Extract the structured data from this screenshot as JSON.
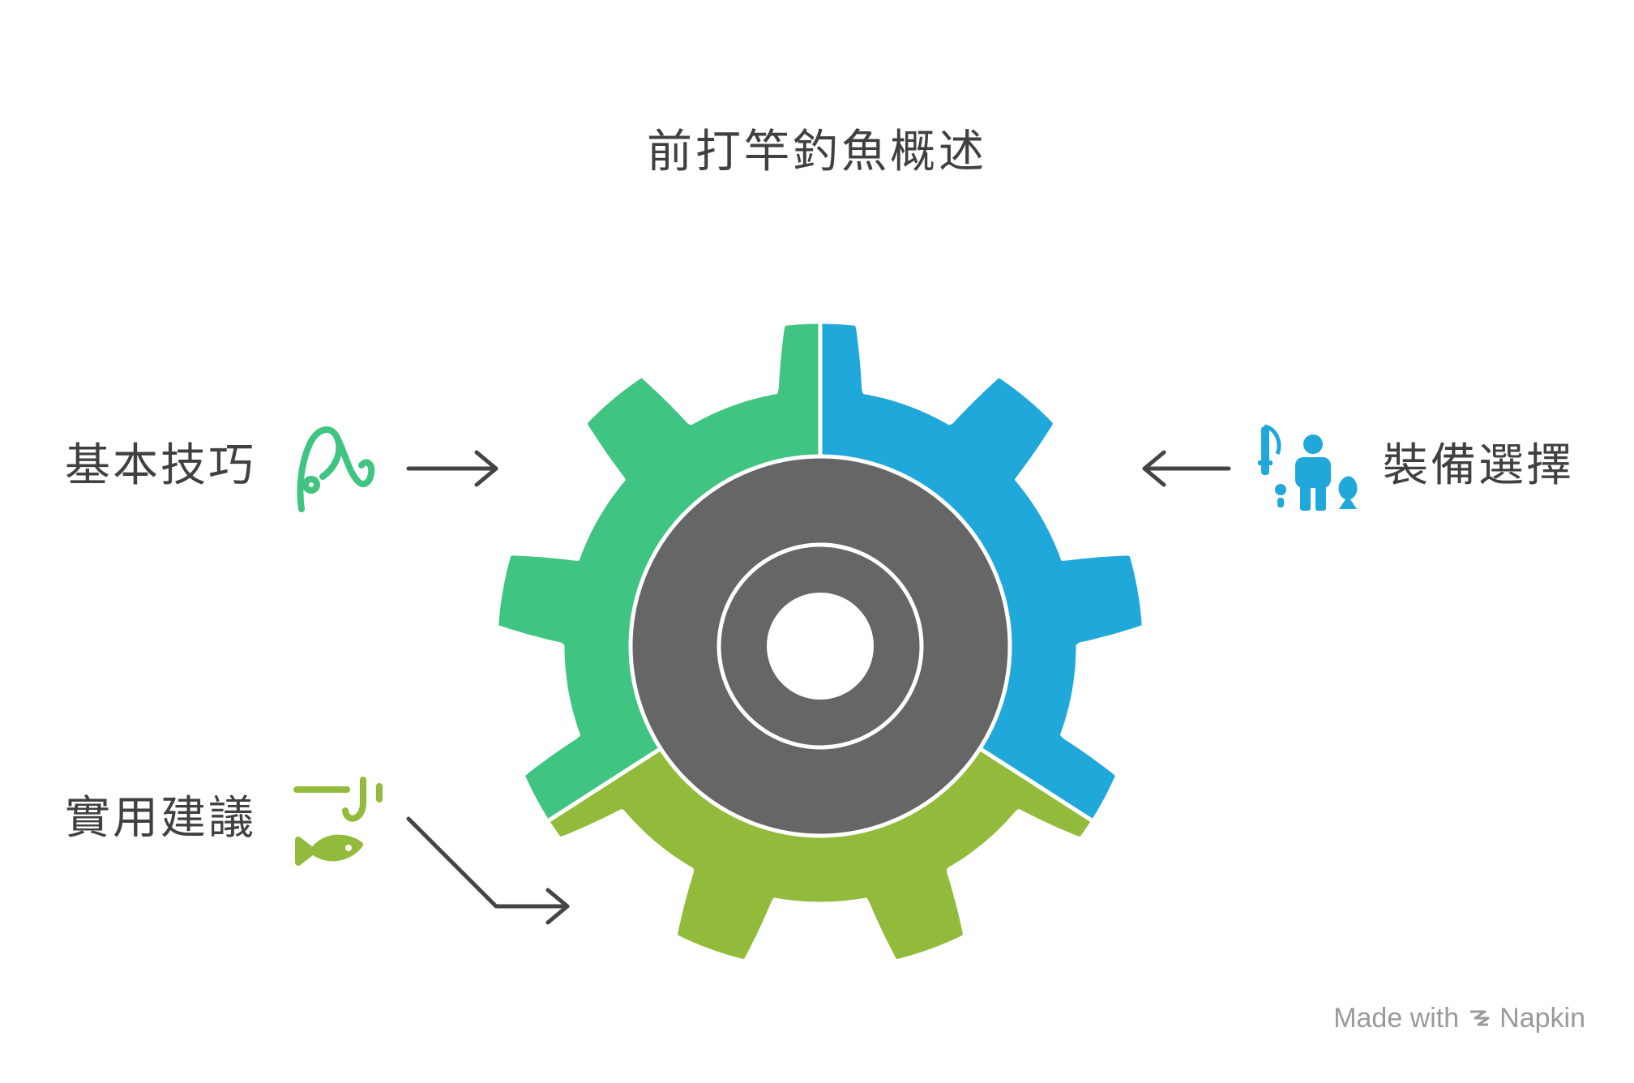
{
  "title": "前打竿釣魚概述",
  "segments": [
    {
      "key": "basic",
      "label": "基本技巧",
      "icon": "fishing-rod-line-icon",
      "color": "#3fc482"
    },
    {
      "key": "equipment",
      "label": "裝備選擇",
      "icon": "angler-with-rod-and-fish-icon",
      "color": "#20a8da"
    },
    {
      "key": "practical",
      "label": "實用建議",
      "icon": "fish-on-hook-icon",
      "color": "#93bb3b"
    }
  ],
  "hub_color": "#666666",
  "watermark": {
    "prefix": "Made with",
    "brand": "Napkin"
  }
}
